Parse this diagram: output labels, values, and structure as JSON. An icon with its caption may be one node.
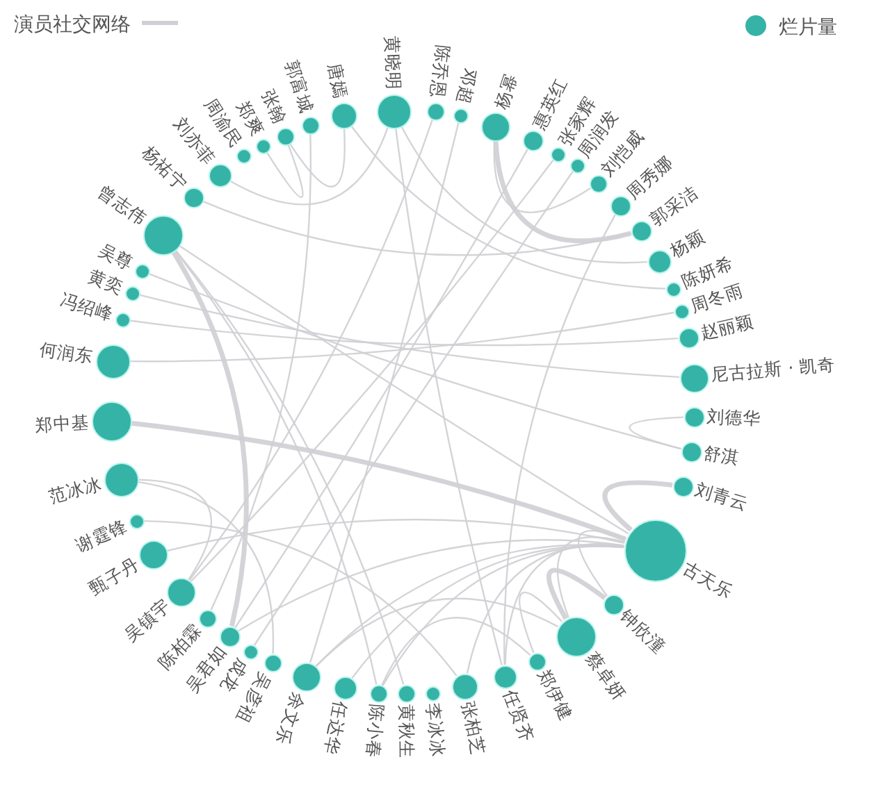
{
  "diagram": {
    "nodes": [
      {
        "text": [
          "黄晓明"
        ]
      },
      {
        "text": [
          "陈乔恩"
        ]
      },
      {
        "text": [
          "邓超"
        ]
      },
      {
        "text": [
          "杨幂"
        ]
      },
      {
        "text": [
          "惠英红"
        ]
      },
      {
        "text": [
          "张家辉"
        ]
      },
      {
        "text": [
          "周润发"
        ]
      },
      {
        "text": [
          "刘恺威"
        ]
      },
      {
        "text": [
          "周秀娜"
        ]
      },
      {
        "text": [
          "郭采洁"
        ]
      },
      {
        "text": [
          "杨颖"
        ]
      },
      {
        "text": [
          "陈妍希"
        ]
      },
      {
        "text": [
          "周冬雨"
        ]
      },
      {
        "text": [
          "赵丽颖"
        ]
      },
      {
        "text": [
          "尼古拉斯 · 凯奇"
        ]
      },
      {
        "text": [
          "刘德华"
        ]
      },
      {
        "text": [
          "舒淇"
        ]
      },
      {
        "text": [
          "刘青云"
        ]
      },
      {
        "text": [
          "古天乐"
        ]
      },
      {
        "text": [
          "钟欣潼"
        ]
      },
      {
        "text": [
          "蔡卓妍"
        ]
      },
      {
        "text": [
          "郑伊健"
        ]
      },
      {
        "text": [
          "任贤齐"
        ]
      },
      {
        "text": [
          "张柏芝"
        ]
      },
      {
        "text": [
          "李冰冰"
        ]
      },
      {
        "text": [
          "黄秋生"
        ]
      },
      {
        "text": [
          "陈小春"
        ]
      },
      {
        "text": [
          "任达华"
        ]
      },
      {
        "text": [
          "余文乐"
        ]
      },
      {
        "text": [
          "吴彦祖"
        ]
      },
      {
        "text": [
          "成龙"
        ]
      },
      {
        "text": [
          "吴君如"
        ]
      },
      {
        "text": [
          "陈柏霖"
        ]
      },
      {
        "text": [
          "吴镇宇"
        ]
      },
      {
        "text": [
          "甄子丹"
        ]
      },
      {
        "text": [
          "谢霆锋"
        ]
      },
      {
        "text": [
          "范冰冰"
        ]
      },
      {
        "text": [
          "郑中基"
        ]
      },
      {
        "text": [
          "何润东"
        ]
      },
      {
        "text": [
          "冯绍峰"
        ]
      },
      {
        "text": [
          "黄奕"
        ]
      },
      {
        "text": [
          "吴尊"
        ]
      },
      {
        "text": [
          "曾志伟"
        ]
      },
      {
        "text": [
          "杨祐宁"
        ]
      },
      {
        "text": [
          "刘亦菲"
        ]
      },
      {
        "text": [
          "周渝民"
        ]
      },
      {
        "text": [
          "郑爽"
        ]
      },
      {
        "text": [
          "张翰"
        ]
      },
      {
        "text": [
          "郭富城"
        ]
      },
      {
        "text": [
          "唐嫣"
        ]
      }
    ],
    "edges": [
      {
        "from": 0,
        "to": 10,
        "arrow": "none"
      },
      {
        "from": 0,
        "to": 22,
        "arrow": "none"
      },
      {
        "from": 44,
        "to": 0,
        "arrow": "none"
      },
      {
        "from": 1,
        "to": 33,
        "arrow": "none"
      },
      {
        "from": 2,
        "to": 28,
        "arrow": "none"
      },
      {
        "from": 3,
        "to": 9,
        "arrow": "none",
        "style": "thick"
      },
      {
        "from": 3,
        "to": 7,
        "arrow": "none"
      },
      {
        "from": 4,
        "to": 31,
        "arrow": "none"
      },
      {
        "from": 5,
        "to": 33,
        "arrow": "none"
      },
      {
        "from": 6,
        "to": 30,
        "arrow": "none"
      },
      {
        "from": 8,
        "to": 22,
        "arrow": "none"
      },
      {
        "from": 9,
        "to": 43,
        "arrow": "none"
      },
      {
        "from": 13,
        "to": 39,
        "arrow": "none"
      },
      {
        "from": 40,
        "to": 14,
        "arrow": "none"
      },
      {
        "from": 15,
        "to": 16,
        "arrow": "none"
      },
      {
        "from": 17,
        "to": 18,
        "arrow": "none",
        "style": "thick"
      },
      {
        "from": 18,
        "to": 19,
        "arrow": "none"
      },
      {
        "from": 18,
        "to": 20,
        "arrow": "none"
      },
      {
        "from": 18,
        "to": 22,
        "arrow": "none"
      },
      {
        "from": 18,
        "to": 23,
        "arrow": "none"
      },
      {
        "from": 18,
        "to": 26,
        "arrow": "none"
      },
      {
        "from": 18,
        "to": 27,
        "arrow": "none"
      },
      {
        "from": 18,
        "to": 34,
        "arrow": "none"
      },
      {
        "from": 18,
        "to": 37,
        "arrow": "none",
        "style": "thick"
      },
      {
        "from": 18,
        "to": 42,
        "arrow": "none"
      },
      {
        "from": 18,
        "to": 31,
        "arrow": "none"
      },
      {
        "from": 18,
        "to": 28,
        "arrow": "none"
      },
      {
        "from": 20,
        "to": 19,
        "arrow": "none",
        "style": "thick"
      },
      {
        "from": 20,
        "to": 21,
        "arrow": "none"
      },
      {
        "from": 20,
        "to": 28,
        "arrow": "none"
      },
      {
        "from": 21,
        "to": 26,
        "arrow": "none"
      },
      {
        "from": 23,
        "to": 35,
        "arrow": "none"
      },
      {
        "from": 25,
        "to": 42,
        "arrow": "none"
      },
      {
        "from": 26,
        "to": 42,
        "arrow": "none"
      },
      {
        "from": 29,
        "to": 36,
        "arrow": "none"
      },
      {
        "from": 31,
        "to": 42,
        "arrow": "none",
        "style": "thick"
      },
      {
        "from": 33,
        "to": 36,
        "arrow": "none"
      },
      {
        "from": 41,
        "to": 16,
        "arrow": "none"
      },
      {
        "from": 38,
        "to": 12,
        "arrow": "none"
      },
      {
        "from": 46,
        "to": 47,
        "arrow": "none"
      },
      {
        "from": 47,
        "to": 49,
        "arrow": "none"
      },
      {
        "from": 48,
        "to": 32,
        "arrow": "none"
      },
      {
        "from": 11,
        "to": 49,
        "arrow": "none"
      }
    ],
    "legend": [
      {
        "text": "演员社交网络"
      },
      {
        "text": "烂片量",
        "color": "#35b3a6"
      }
    ]
  }
}
